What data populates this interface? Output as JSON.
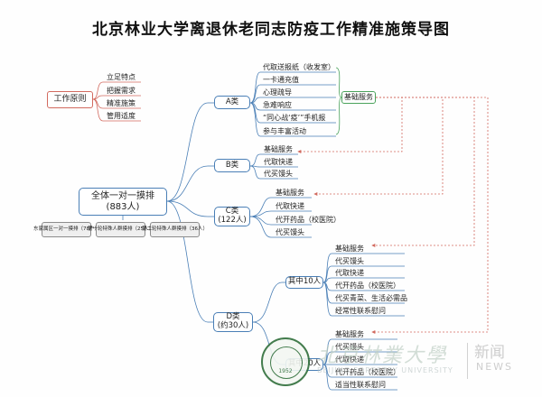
{
  "title": "北京林业大学离退休老同志防疫工作精准施策导图",
  "colors": {
    "main_line": "#4a7fb6",
    "green_line": "#4aa25b",
    "red_dashed": "#d26a5f"
  },
  "principles": {
    "label": "工作原则",
    "items": [
      "立足特点",
      "把握需求",
      "精准施策",
      "管用适度"
    ]
  },
  "root": {
    "line1": "全体一对一摸排",
    "line2": "(883人)",
    "groups": [
      "东家属区一对一摸排（78户）",
      "第一轮特殊人群摸排（25人）",
      "第二轮特殊人群摸排（36人）"
    ]
  },
  "a": {
    "label": "A类",
    "items": [
      "代取送报纸（收发室）",
      "一卡通充值",
      "心理疏导",
      "急难响应",
      "“同心战‘疫’”手机报",
      "参与丰富活动"
    ],
    "service": "基础服务"
  },
  "b": {
    "label": "B类",
    "items": [
      "基础服务",
      "代取快递",
      "代买馒头"
    ]
  },
  "c": {
    "line1": "C类",
    "line2": "(122人)",
    "items": [
      "基础服务",
      "代取快递",
      "代开药品（校医院）",
      "代买馒头"
    ]
  },
  "d": {
    "line1": "D类",
    "line2": "(约30人)",
    "sub1": {
      "label": "其中10人",
      "items": [
        "基础服务",
        "代买馒头",
        "代取快递",
        "代开药品（校医院）",
        "代买青菜、生活必需品",
        "经常性联系慰问"
      ]
    },
    "sub2": {
      "label": "其中20人",
      "items": [
        "基础服务",
        "代买馒头",
        "代取快递",
        "代开药品（校医院）",
        "适当性联系慰问"
      ]
    }
  },
  "watermark": {
    "name": "北京林業大學",
    "en": "BEIJING FORESTRY UNIVERSITY",
    "news": "新闻",
    "news_en": "NEWS",
    "year": "1952"
  }
}
